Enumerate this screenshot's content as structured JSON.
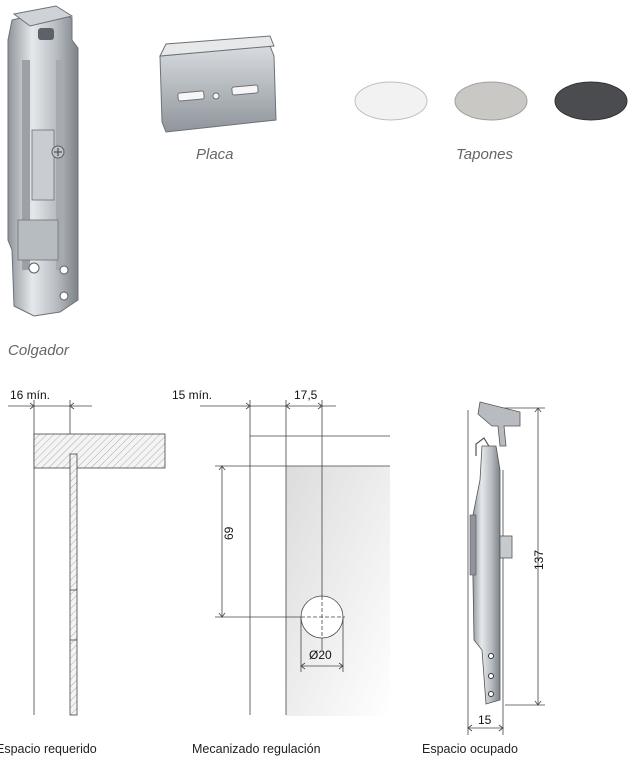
{
  "products": {
    "hanger_caption": "Colgador",
    "plate_caption": "Placa",
    "caps_caption": "Tapones"
  },
  "caps": {
    "colors": [
      "#f2f2f2",
      "#c9c8c4",
      "#4a4c50"
    ]
  },
  "drawings": {
    "required_space": {
      "dimension": "16 mín.",
      "caption": "Espacio requerido"
    },
    "machining": {
      "dim_min": "15 mín.",
      "dim_offset": "17,5",
      "dim_height": "69",
      "dim_diameter": "Ø20",
      "caption": "Mecanizado regulación"
    },
    "occupied_space": {
      "dim_height": "137",
      "dim_width": "15",
      "caption": "Espacio ocupado"
    }
  }
}
